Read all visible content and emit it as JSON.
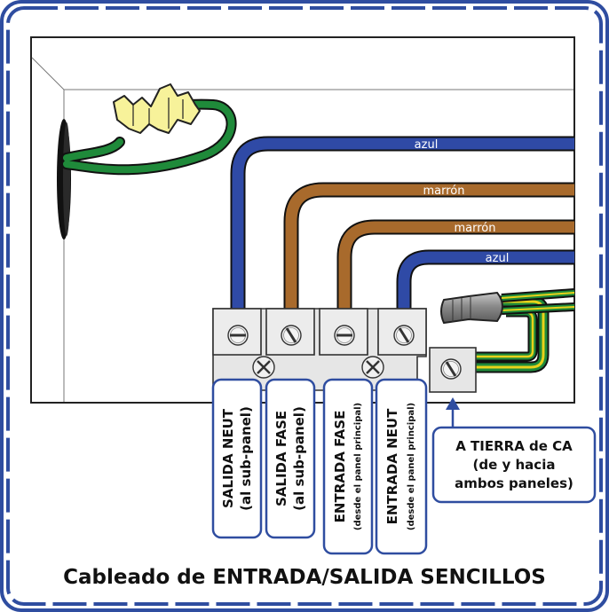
{
  "wires": {
    "azul_top": "azul",
    "marron_1": "marrón",
    "marron_2": "marrón",
    "azul_bottom": "azul"
  },
  "terminal_labels": {
    "salida_neut": {
      "line1": "SALIDA NEUT",
      "line2": "(al sub-panel)"
    },
    "salida_fase": {
      "line1": "SALIDA FASE",
      "line2": "(al sub-panel)"
    },
    "entrada_fase": {
      "line1": "ENTRADA FASE",
      "line2": "(desde el panel principal)"
    },
    "entrada_neut": {
      "line1": "ENTRADA NEUT",
      "line2": "(desde el panel principal)"
    }
  },
  "ground_label": {
    "line1": "A TIERRA de CA",
    "line2": "(de y hacia",
    "line3": "ambos paneles)"
  },
  "caption": "Cableado de ENTRADA/SALIDA SENCILLOS",
  "colors": {
    "frame_blue": "#2f4da0",
    "wire_blue": "#2f4aa6",
    "wire_brown": "#a86a2c",
    "wire_green": "#1f8a3a",
    "wire_yellow": "#e8d21a",
    "connector_yellow": "#f7f29a",
    "terminal_gray": "#e6e6e6"
  }
}
